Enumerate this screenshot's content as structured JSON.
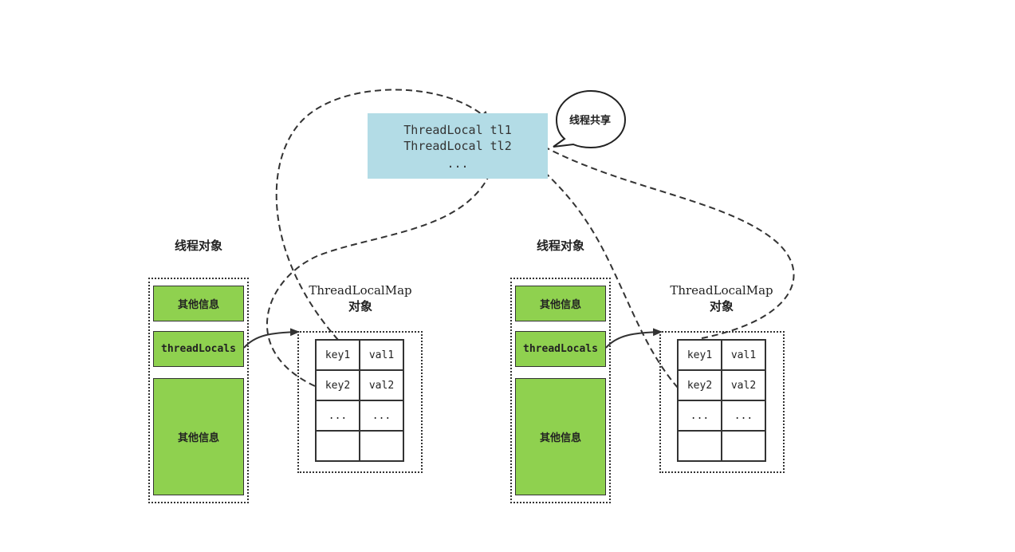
{
  "shared": {
    "lines": [
      "ThreadLocal tl1",
      "ThreadLocal tl2",
      "..."
    ],
    "bubble_label": "线程共享",
    "box_color": "#b3dce6"
  },
  "threads": [
    {
      "caption": "线程对象",
      "fields": [
        "其他信息",
        "threadLocals",
        "其他信息"
      ],
      "map_caption_en": "ThreadLocalMap",
      "map_caption_zh": "对象",
      "map_rows": [
        [
          "key1",
          "val1"
        ],
        [
          "key2",
          "val2"
        ],
        [
          "...",
          "..."
        ],
        [
          "",
          ""
        ]
      ]
    },
    {
      "caption": "线程对象",
      "fields": [
        "其他信息",
        "threadLocals",
        "其他信息"
      ],
      "map_caption_en": "ThreadLocalMap",
      "map_caption_zh": "对象",
      "map_rows": [
        [
          "key1",
          "val1"
        ],
        [
          "key2",
          "val2"
        ],
        [
          "...",
          "..."
        ],
        [
          "",
          ""
        ]
      ]
    }
  ],
  "colors": {
    "field_fill": "#8fd14f",
    "line": "#333333"
  }
}
